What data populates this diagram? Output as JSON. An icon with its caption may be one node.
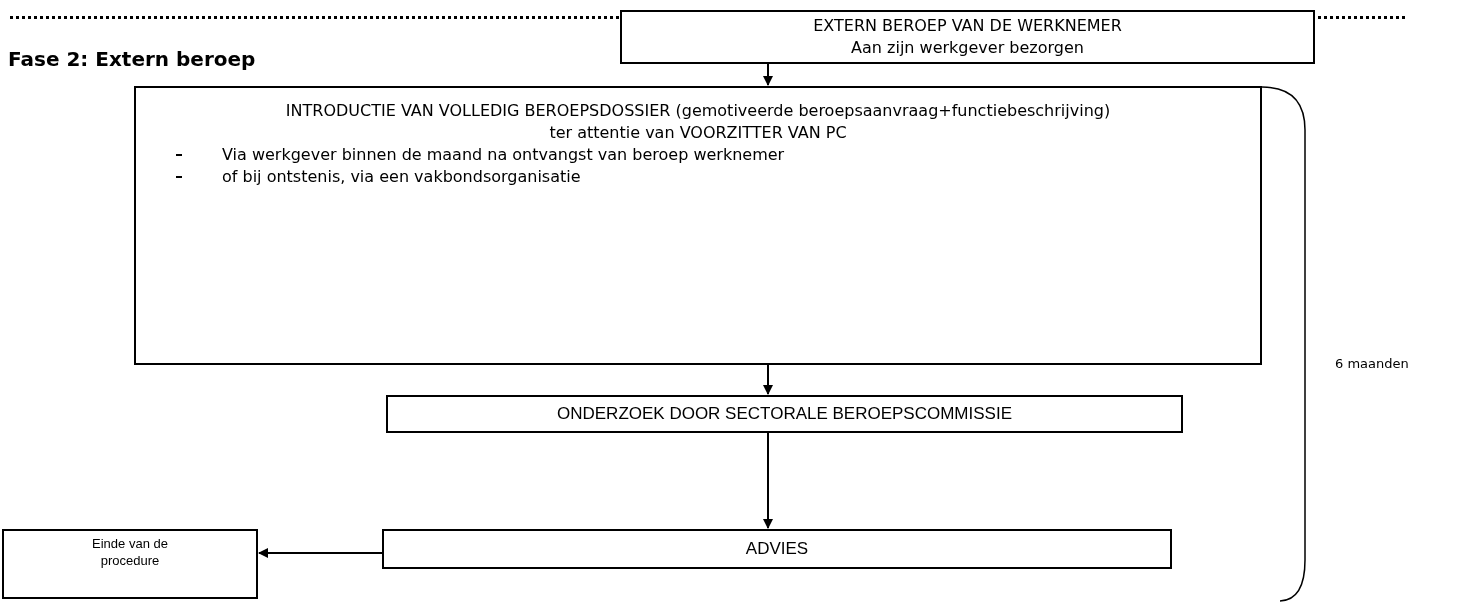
{
  "diagram": {
    "title": "Fase 2: Extern beroep",
    "nodes": [
      {
        "text": [
          "EXTERN BEROEP VAN DE WERKNEMER",
          "Aan zijn werkgever bezorgen"
        ]
      },
      {
        "text": [
          "INTRODUCTIE VAN VOLLEDIG BEROEPSDOSSIER (gemotiveerde beroepsaanvraag+functiebeschrijving)  ter attentie van VOORZITTER VAN PC",
          "Via werkgever binnen de maand na ontvangst van beroep werknemer",
          "of bij ontstenis, via een vakbondsorganisatie"
        ]
      },
      {
        "text": [
          "ONDERZOEK DOOR SECTORALE BEROEPSCOMMISSIE"
        ]
      },
      {
        "text": [
          "ADVIES"
        ]
      },
      {
        "text": [
          "Einde van de procedure"
        ]
      }
    ],
    "edges": [
      {
        "from": 0,
        "to": 1,
        "arrow": "to"
      },
      {
        "from": 1,
        "to": 2,
        "arrow": "to"
      },
      {
        "from": 2,
        "to": 3,
        "arrow": "to"
      },
      {
        "from": 3,
        "to": 4,
        "arrow": "to"
      }
    ],
    "labels": [
      "6 maanden"
    ]
  }
}
